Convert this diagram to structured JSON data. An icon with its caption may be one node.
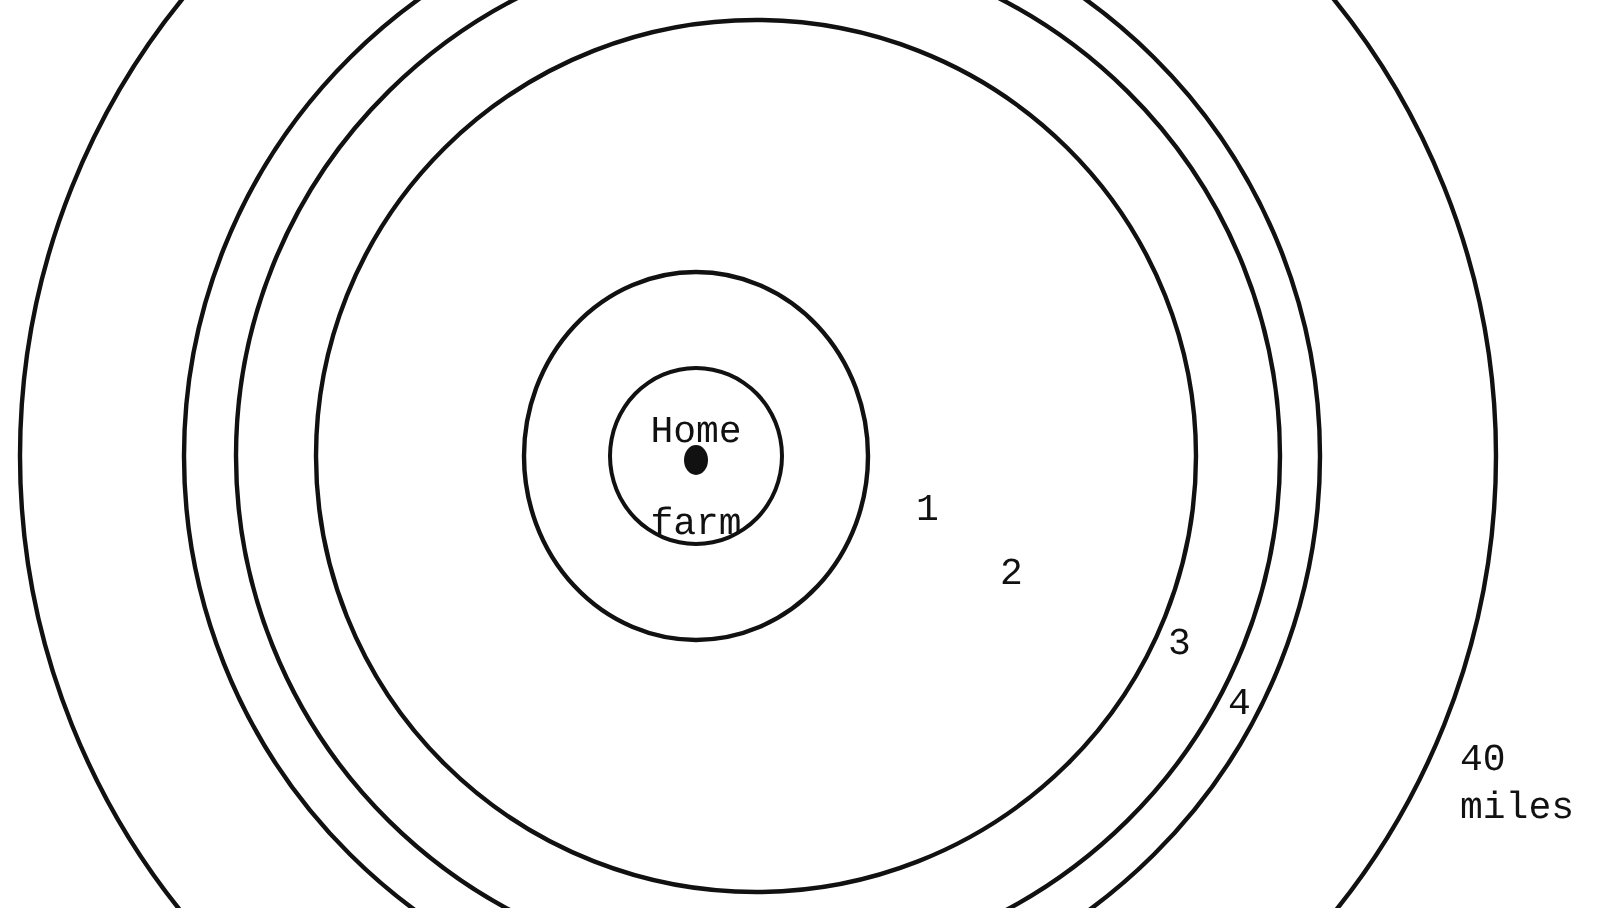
{
  "diagram": {
    "nodes": [
      {
        "text": [
          "Home farm"
        ]
      }
    ],
    "labels": [
      "1",
      "2",
      "3",
      "4",
      "40 miles"
    ]
  }
}
